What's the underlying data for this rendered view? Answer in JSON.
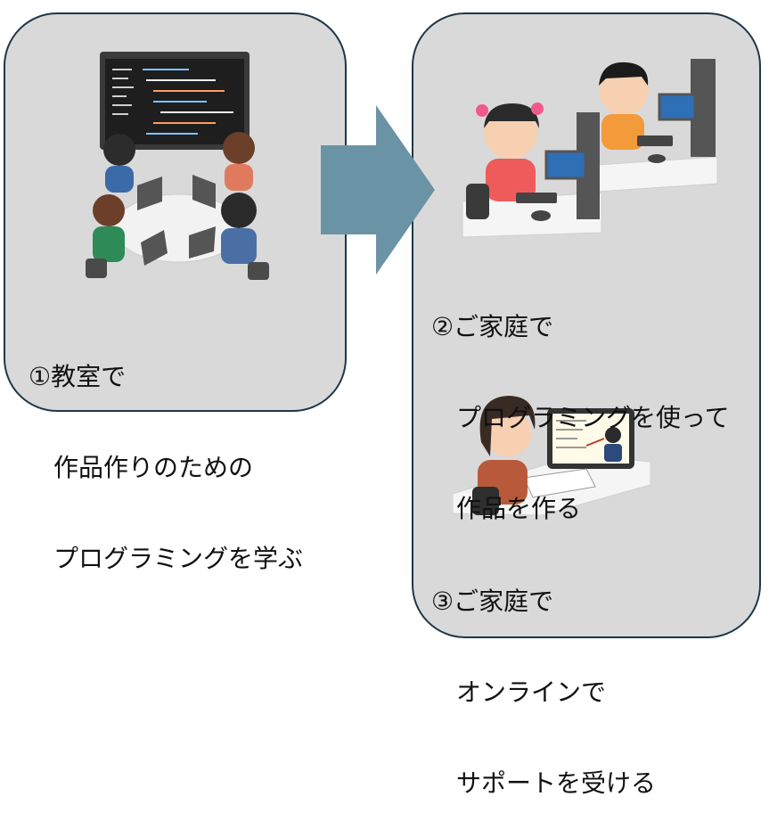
{
  "steps": [
    {
      "lines": [
        "①教室で",
        "　作品作りのための",
        "　プログラミングを学ぶ"
      ],
      "illustration": "classroom-programming-icon"
    },
    {
      "lines": [
        "②ご家庭で",
        "　プログラミングを使って",
        "　作品を作る"
      ],
      "illustration": "home-coding-kids-icon"
    },
    {
      "lines": [
        "③ご家庭で",
        "　オンラインで",
        "　サポートを受ける"
      ],
      "illustration": "online-support-tablet-icon"
    }
  ],
  "colors": {
    "box_fill": "#d9d9d9",
    "box_border": "#1f3747",
    "arrow": "#6b93a6"
  }
}
